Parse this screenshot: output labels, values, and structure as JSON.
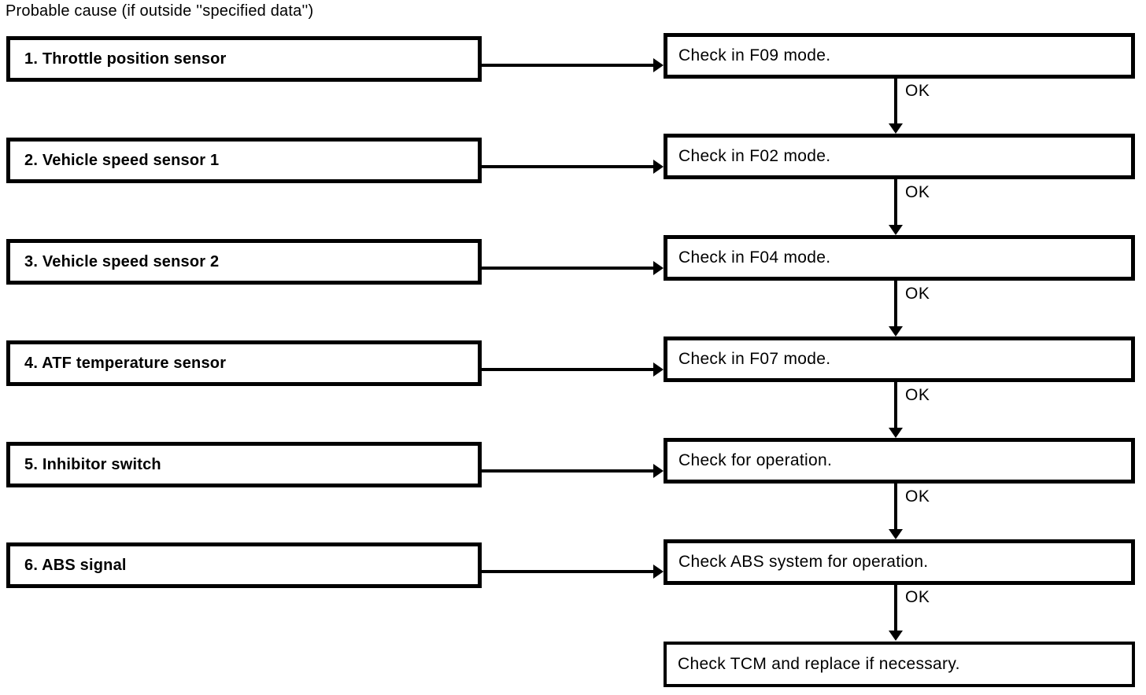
{
  "title": "Probable cause (if outside ''specified data'')",
  "flowchart": {
    "ok_label": "OK",
    "colors": {
      "line": "#000000",
      "background": "#ffffff",
      "text": "#000000"
    },
    "causes": [
      {
        "label": "1. Throttle position sensor"
      },
      {
        "label": "2. Vehicle speed sensor 1"
      },
      {
        "label": "3. Vehicle speed sensor 2"
      },
      {
        "label": "4. ATF temperature sensor"
      },
      {
        "label": "5. Inhibitor switch"
      },
      {
        "label": "6. ABS signal"
      }
    ],
    "checks": [
      {
        "label": "Check in F09 mode."
      },
      {
        "label": "Check in F02 mode."
      },
      {
        "label": "Check in F04 mode."
      },
      {
        "label": "Check in F07 mode."
      },
      {
        "label": "Check for operation."
      },
      {
        "label": "Check ABS system for operation."
      },
      {
        "label": "Check TCM and replace if necessary."
      }
    ]
  }
}
